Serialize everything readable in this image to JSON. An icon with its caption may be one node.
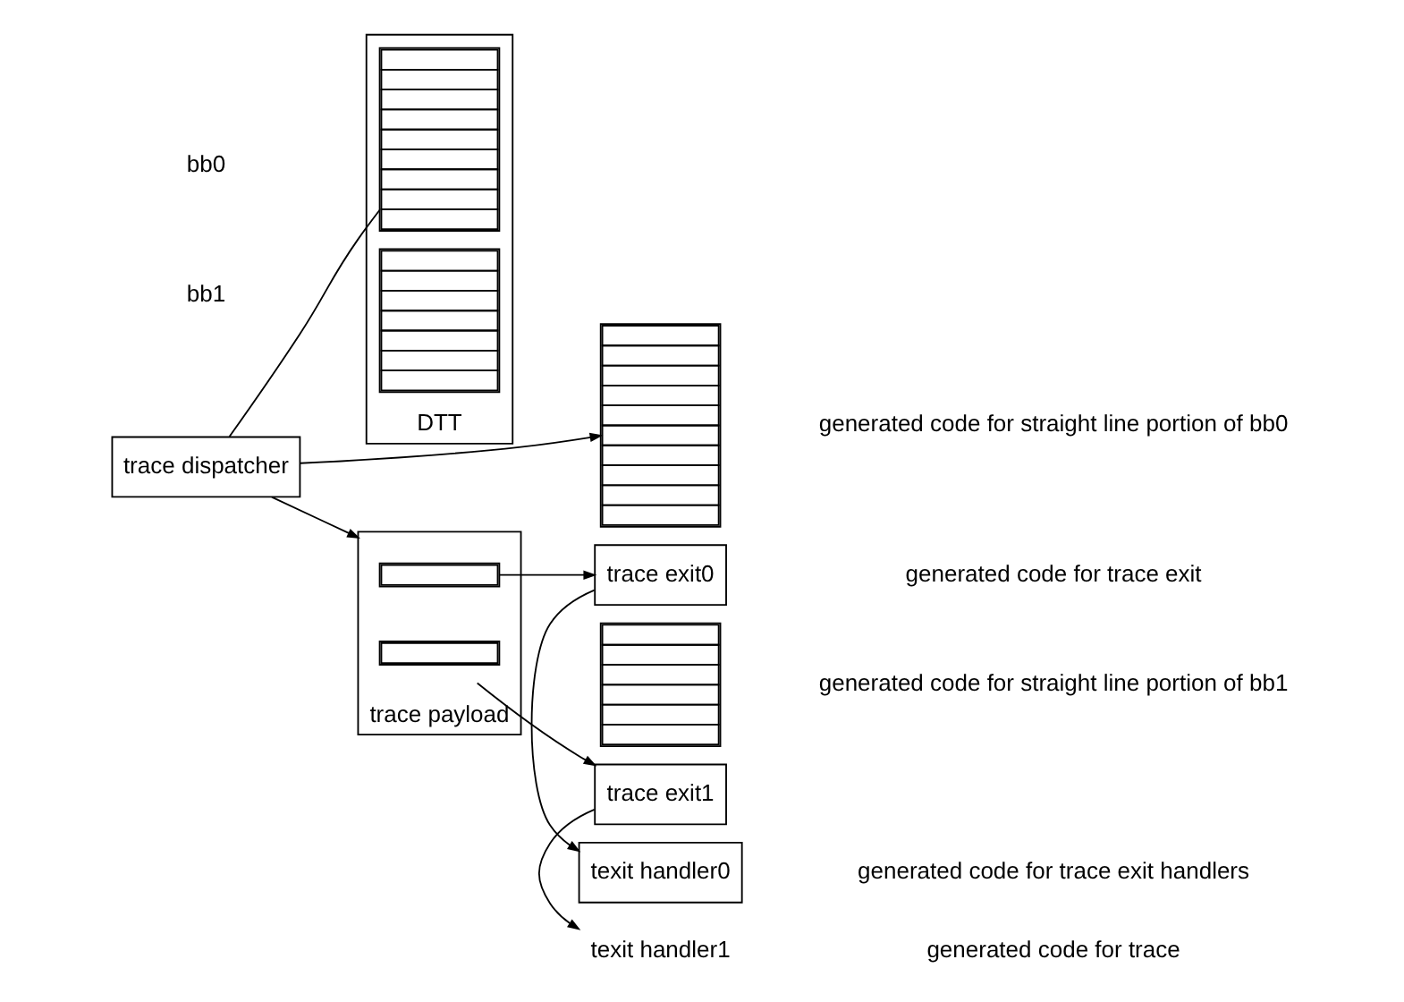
{
  "diagram": {
    "nodes": [
      {
        "text": [
          "DTT"
        ]
      },
      {
        "text": [],
        "shape": "box",
        "in": 0
      },
      {
        "text": [],
        "shape": "box",
        "in": 0
      },
      {
        "text": [
          "trace dispatcher"
        ]
      },
      {
        "text": [
          "trace payload"
        ]
      },
      {
        "text": [],
        "shape": "box",
        "in": 4
      },
      {
        "text": [],
        "shape": "box",
        "in": 4
      },
      {
        "text": [],
        "shape": "box"
      },
      {
        "text": [
          "trace exit0"
        ]
      },
      {
        "text": [],
        "shape": "box"
      },
      {
        "text": [
          "trace exit1"
        ]
      },
      {
        "text": [
          "texit handler0"
        ]
      },
      {
        "text": [
          "texit handler1"
        ]
      }
    ],
    "edges": [
      {
        "from": 3,
        "to": 7,
        "arrow": "to"
      },
      {
        "from": 3,
        "to": 1,
        "arrow": "none"
      },
      {
        "from": 3,
        "to": 4,
        "arrow": "to"
      },
      {
        "from": 5,
        "to": 8,
        "arrow": "to"
      },
      {
        "from": 6,
        "to": 10,
        "arrow": "to"
      },
      {
        "from": 8,
        "to": 11,
        "arrow": "to"
      },
      {
        "from": 10,
        "to": 12,
        "arrow": "to"
      }
    ],
    "labels": [
      "bb0",
      "bb1",
      "generated code for straight line portion of bb0",
      "generated code for trace exit",
      "generated code for straight line portion of bb1",
      "generated code for trace exit handlers",
      "generated code for trace"
    ]
  }
}
